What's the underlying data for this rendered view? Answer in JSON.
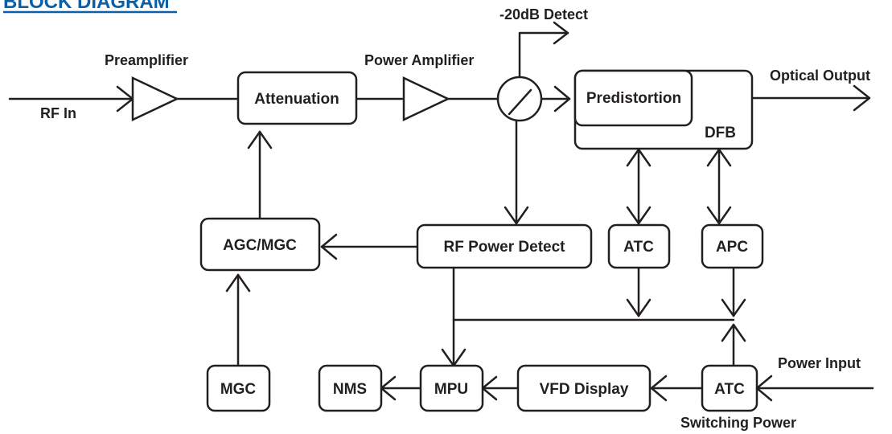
{
  "title": "BLOCK DIAGRAM",
  "colors": {
    "title": "#0b5fa8",
    "ink": "#231f20",
    "background": "#ffffff"
  },
  "blocks": {
    "attenuation": "Attenuation",
    "predistortion": "Predistortion",
    "dfb": "DFB",
    "agc_mgc": "AGC/MGC",
    "rf_power_detect": "RF Power Detect",
    "atc_laser": "ATC",
    "apc": "APC",
    "mgc": "MGC",
    "nms": "NMS",
    "mpu": "MPU",
    "vfd_display": "VFD Display",
    "atc_power": "ATC"
  },
  "signals": {
    "rf_in": "RF In",
    "preamplifier": "Preamplifier",
    "power_amplifier": "Power Amplifier",
    "detect_20db": "-20dB Detect",
    "optical_output": "Optical Output",
    "power_input": "Power Input",
    "switching_power": "Switching Power"
  }
}
